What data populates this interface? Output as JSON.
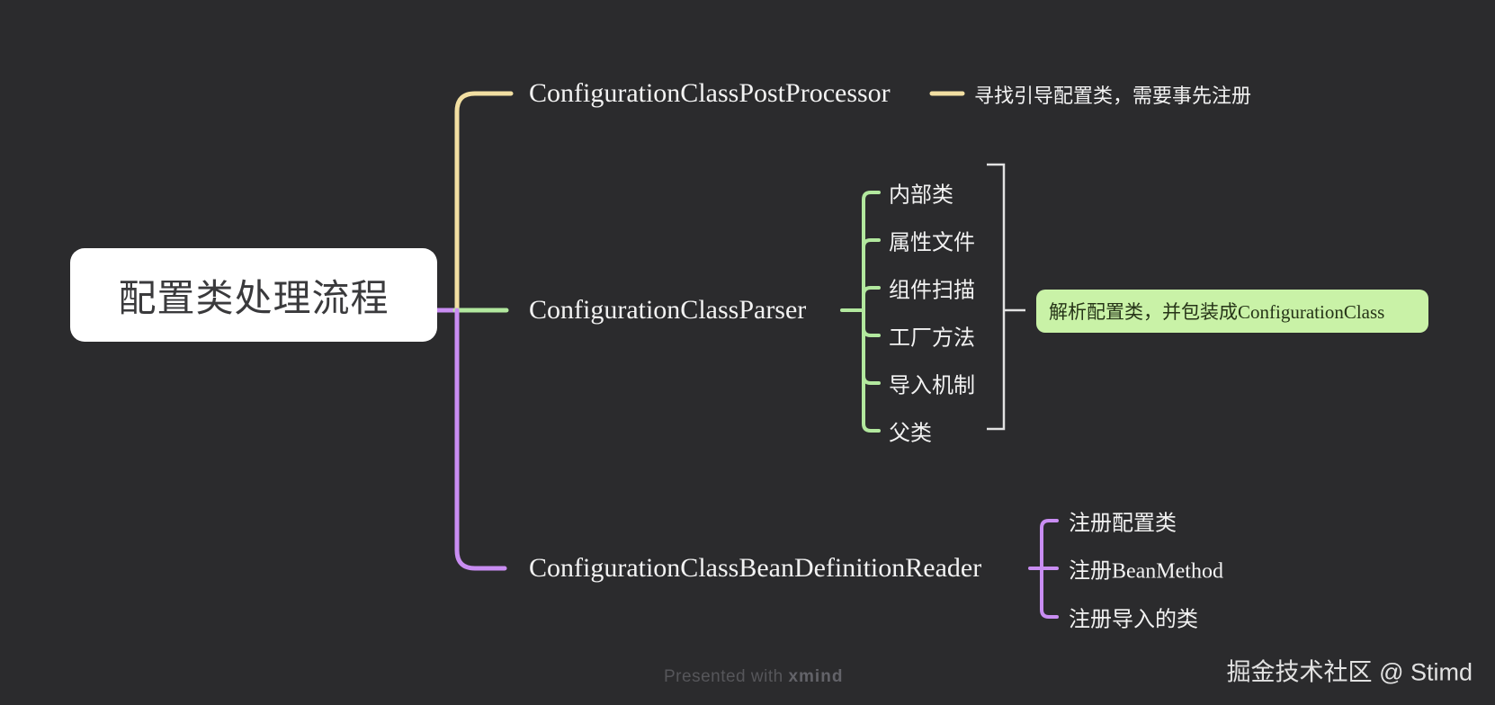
{
  "colors": {
    "background": "#2b2b2d",
    "yellow": "#f2dfa2",
    "green": "#b2e89e",
    "purple": "#c98df2",
    "bracket": "#e2e2e2",
    "summary_bg": "#c9f2a7",
    "summary_text": "#263418",
    "root_bg": "#ffffff",
    "root_text": "#3a3a3c",
    "label_text": "#f2f2f2"
  },
  "root": {
    "title": "配置类处理流程"
  },
  "branches": [
    {
      "label": "ConfigurationClassPostProcessor",
      "note": "寻找引导配置类，需要事先注册"
    },
    {
      "label": "ConfigurationClassParser",
      "children": [
        {
          "label": "内部类"
        },
        {
          "label": "属性文件"
        },
        {
          "label": "组件扫描"
        },
        {
          "label": "工厂方法"
        },
        {
          "label": "导入机制"
        },
        {
          "label": "父类"
        }
      ],
      "summary": "解析配置类，并包装成ConfigurationClass"
    },
    {
      "label": "ConfigurationClassBeanDefinitionReader",
      "children": [
        {
          "label": "注册配置类"
        },
        {
          "label": "注册BeanMethod"
        },
        {
          "label": "注册导入的类"
        }
      ]
    }
  ],
  "footer": {
    "presented_prefix": "Presented with ",
    "presented_brand": "xmind",
    "watermark": "掘金技术社区 @ Stimd"
  }
}
